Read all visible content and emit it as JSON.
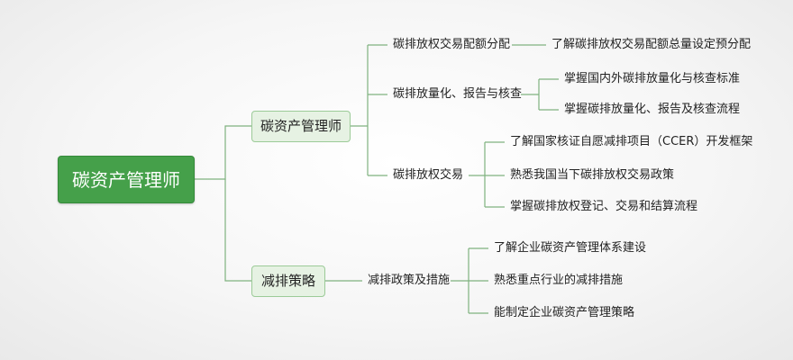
{
  "root": {
    "label": "碳资产管理师"
  },
  "branches": [
    {
      "label": "碳资产管理师",
      "subs": [
        {
          "label": "碳排放权交易配额分配",
          "leaves": [
            "了解碳排放权交易配额总量设定预分配"
          ]
        },
        {
          "label": "碳排放量化、报告与核查",
          "leaves": [
            "掌握国内外碳排放量化与核查标准",
            "掌握碳排放量化、报告及核查流程"
          ]
        },
        {
          "label": "碳排放权交易",
          "leaves": [
            "了解国家核证自愿减排项目（CCER）开发框架",
            "熟悉我国当下碳排放权交易政策",
            "掌握碳排放权登记、交易和结算流程"
          ]
        }
      ]
    },
    {
      "label": "减排策略",
      "subs": [
        {
          "label": "减排政策及措施",
          "leaves": [
            "了解企业碳资产管理体系建设",
            "熟悉重点行业的减排措施",
            "能制定企业碳资产管理策略"
          ]
        }
      ]
    }
  ],
  "colors": {
    "root_fill": "#45a04a",
    "branch_fill": "#e6f2e3",
    "branch_border": "#9ccb98",
    "connector": "#7fb27f"
  }
}
